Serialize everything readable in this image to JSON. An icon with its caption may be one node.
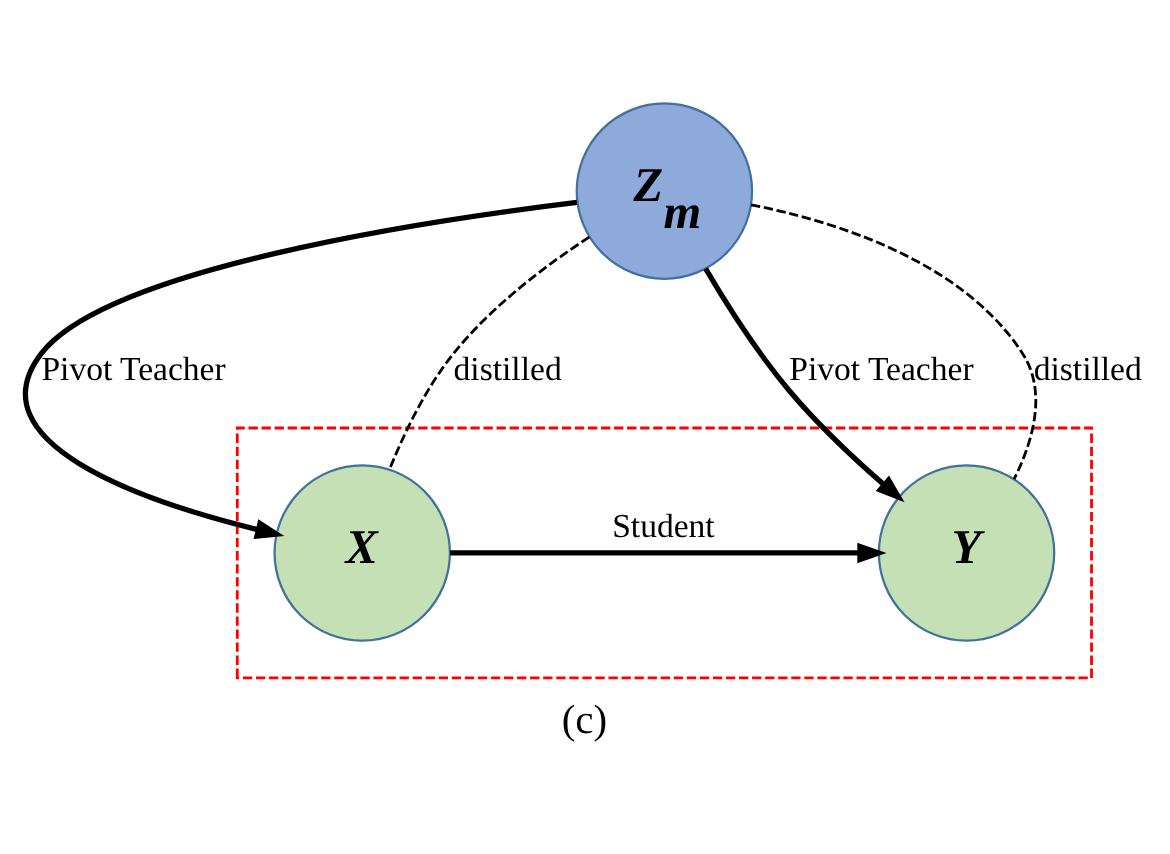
{
  "diagram": {
    "caption": "(c)",
    "nodes": [
      {
        "text": [],
        "shape": "box"
      },
      {
        "text": [
          "Z$_{m}$"
        ]
      },
      {
        "text": [
          "X"
        ],
        "in": 0
      },
      {
        "text": [
          "Y"
        ],
        "in": 0
      }
    ],
    "edges": [
      {
        "from": 1,
        "to": 2,
        "arrow": "to",
        "label": "Pivot Teacher"
      },
      {
        "from": 1,
        "to": 2,
        "arrow": "none",
        "label": "distilled",
        "style": "dashed"
      },
      {
        "from": 1,
        "to": 3,
        "arrow": "to",
        "label": "Pivot Teacher"
      },
      {
        "from": 1,
        "to": 3,
        "arrow": "none",
        "label": "distilled",
        "style": "dashed"
      },
      {
        "from": 2,
        "to": 3,
        "arrow": "to",
        "label": "Student"
      }
    ]
  }
}
